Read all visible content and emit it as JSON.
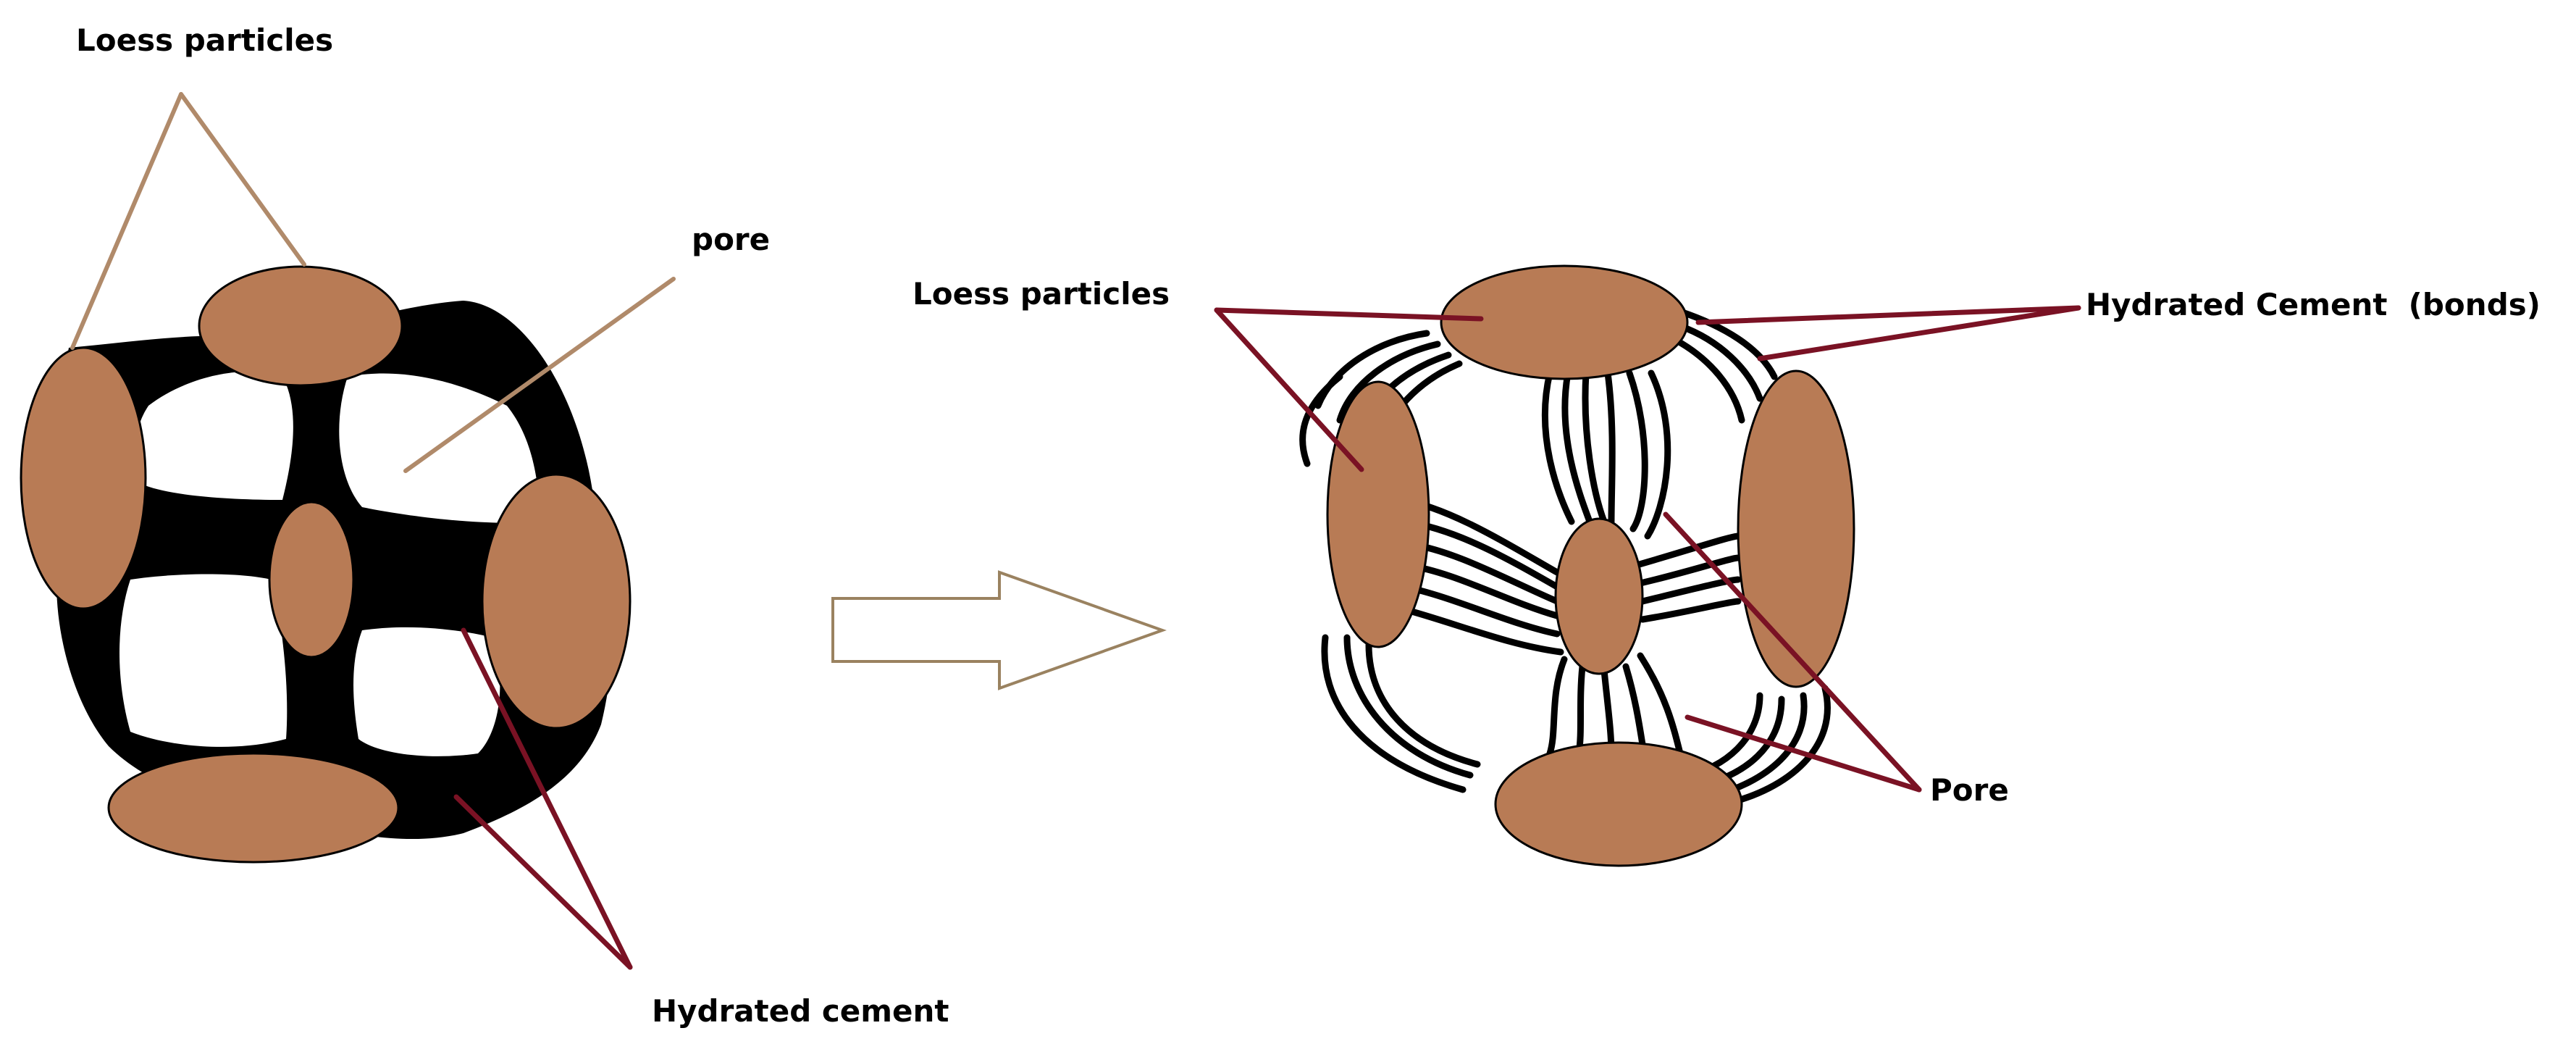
{
  "left_diagram": {
    "particles_label": "Loess particles",
    "pore_label": "pore",
    "cement_label": "Hydrated cement"
  },
  "right_diagram": {
    "particles_label": "Loess particles",
    "cement_label": "Hydrated Cement  (bonds)",
    "pore_label": "Pore"
  },
  "colors": {
    "particle": "#b87b55",
    "cement": "#000000",
    "leader_left_tan": "#b08a6a",
    "leader_dark_red": "#7a1224",
    "arrow_outline": "#9a8260"
  }
}
